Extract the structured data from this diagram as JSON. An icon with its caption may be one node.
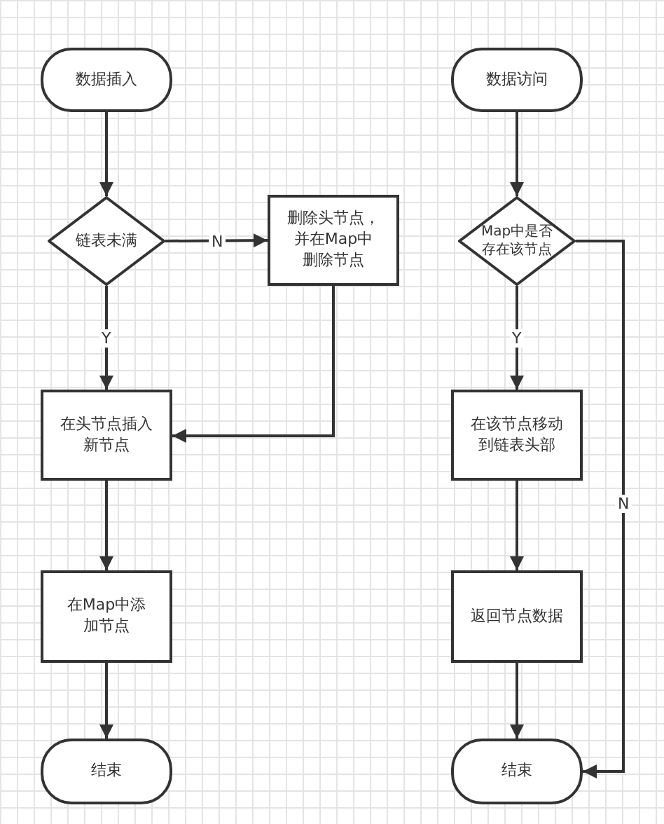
{
  "diagram": {
    "nodes": [
      {
        "text": [
          "数据插入"
        ]
      },
      {
        "text": [
          "链表未满"
        ]
      },
      {
        "text": [
          "删除头节点，并在Map中删除节点"
        ]
      },
      {
        "text": [
          "在头节点插入新节点"
        ]
      },
      {
        "text": [
          "在Map中添加节点"
        ]
      },
      {
        "text": [
          "结束"
        ]
      },
      {
        "text": [
          "数据访问"
        ]
      },
      {
        "text": [
          "Map中是否存在该节点"
        ]
      },
      {
        "text": [
          "在该节点移动到链表头部"
        ]
      },
      {
        "text": [
          "返回节点数据"
        ]
      },
      {
        "text": [
          "结束"
        ]
      }
    ],
    "edges": [
      {
        "from": 0,
        "to": 1,
        "arrow": "to"
      },
      {
        "from": 1,
        "to": 2,
        "arrow": "to",
        "label": "N"
      },
      {
        "from": 1,
        "to": 3,
        "arrow": "to",
        "label": "Y"
      },
      {
        "from": 2,
        "to": 3,
        "arrow": "to"
      },
      {
        "from": 3,
        "to": 4,
        "arrow": "to"
      },
      {
        "from": 4,
        "to": 5,
        "arrow": "to"
      },
      {
        "from": 6,
        "to": 7,
        "arrow": "to"
      },
      {
        "from": 7,
        "to": 8,
        "arrow": "to",
        "label": "Y"
      },
      {
        "from": 7,
        "to": 10,
        "arrow": "to",
        "label": "N"
      },
      {
        "from": 8,
        "to": 9,
        "arrow": "to"
      },
      {
        "from": 9,
        "to": 10,
        "arrow": "to"
      }
    ]
  }
}
